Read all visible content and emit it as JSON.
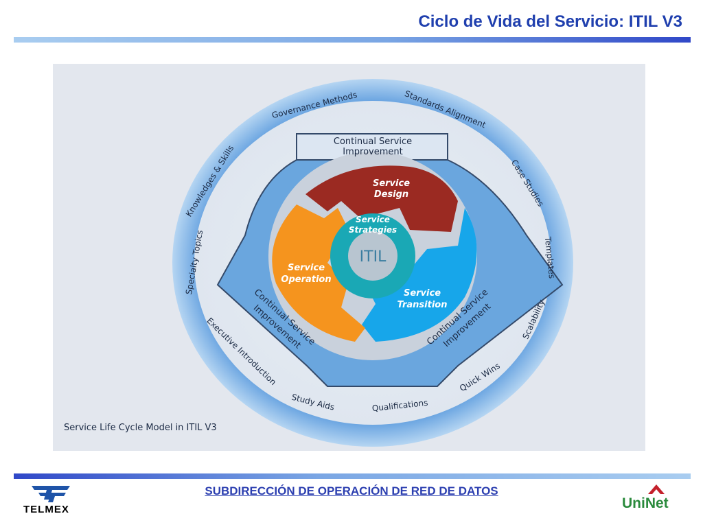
{
  "header": {
    "title": "Ciclo de Vida del Servicio: ITIL V3"
  },
  "diagram": {
    "caption": "Service Life Cycle Model in ITIL V3",
    "outer_ring_labels": [
      "Governance Methods",
      "Standards Alignment",
      "Case Studies",
      "Templates",
      "Scalability",
      "Quick Wins",
      "Qualifications",
      "Study Aids",
      "Executive Introduction",
      "Specialty Topics",
      "Knowledges & Skills"
    ],
    "csi": {
      "top_line1": "Continual Service",
      "top_line2": "Improvement",
      "left_line1": "Continual Service",
      "left_line2": "Improvement",
      "right_line1": "Continual Service",
      "right_line2": "Improvement"
    },
    "stages": {
      "design_line1": "Service",
      "design_line2": "Design",
      "transition_line1": "Service",
      "transition_line2": "Transition",
      "operation_line1": "Service",
      "operation_line2": "Operation",
      "strategy_line1": "Service",
      "strategy_line2": "Strategies",
      "core": "ITIL"
    },
    "colors": {
      "outer_ring": "#5a9fe0",
      "design": "#9b2a22",
      "transition": "#17a6ea",
      "operation": "#f5941e",
      "strategy": "#1aa8b5",
      "csi_frame": "#6aa6de"
    }
  },
  "footer": {
    "department": "SUBDIRECCIÓN DE OPERACIÓN DE RED DE DATOS",
    "logo_left": "TELMEX",
    "logo_right": "UniNet"
  }
}
